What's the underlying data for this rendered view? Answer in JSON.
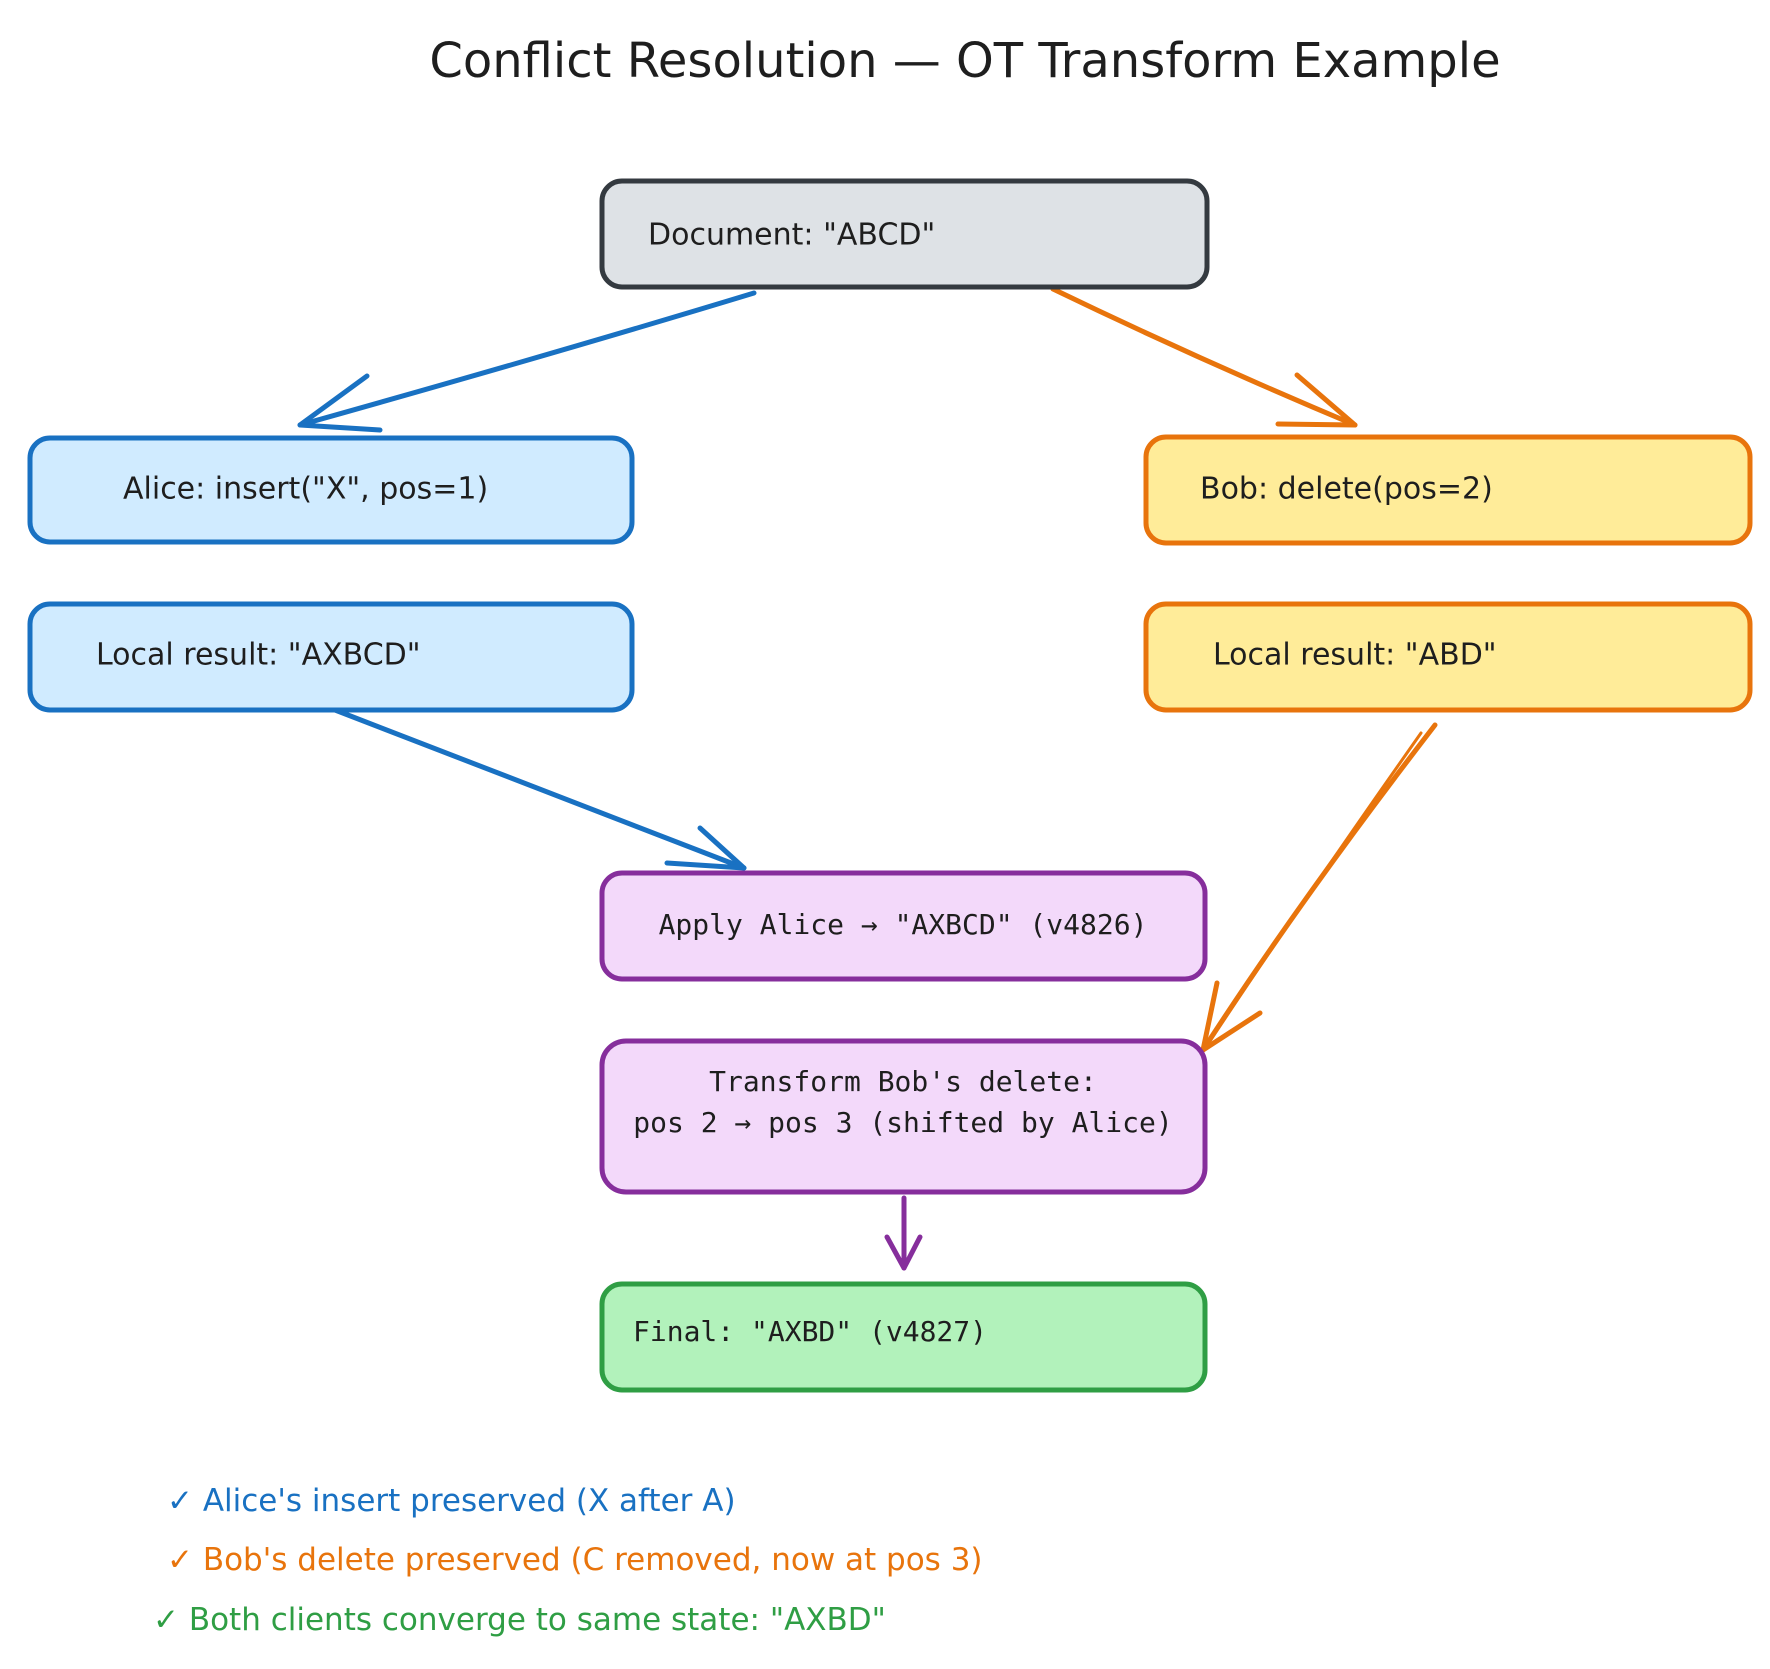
{
  "title": "Conflict Resolution — OT Transform Example",
  "nodes": {
    "document": "Document: \"ABCD\"",
    "alice_op": "Alice: insert(\"X\", pos=1)",
    "bob_op": "Bob: delete(pos=2)",
    "alice_local": "Local result: \"AXBCD\"",
    "bob_local": "Local result: \"ABD\"",
    "apply_alice": "Apply Alice → \"AXBCD\" (v4826)",
    "transform_line1": "Transform Bob's delete:",
    "transform_line2": "pos 2 → pos 3 (shifted by Alice)",
    "final": "Final: \"AXBD\" (v4827)"
  },
  "notes": {
    "alice": "✓ Alice's insert preserved (X after A)",
    "bob": "✓ Bob's delete preserved (C removed, now at pos 3)",
    "converge": "✓ Both clients converge to same state: \"AXBD\""
  },
  "colors": {
    "gray_fill": "#dee2e6",
    "gray_stroke": "#343a40",
    "blue_fill": "#d0ebff",
    "blue_stroke": "#1971c2",
    "yellow_fill": "#ffec99",
    "orange_stroke": "#e8740c",
    "purple_fill": "#f3d9fa",
    "purple_stroke": "#862e9c",
    "green_fill": "#b2f2bb",
    "green_stroke": "#2f9e44",
    "text": "#1e1e1e"
  }
}
